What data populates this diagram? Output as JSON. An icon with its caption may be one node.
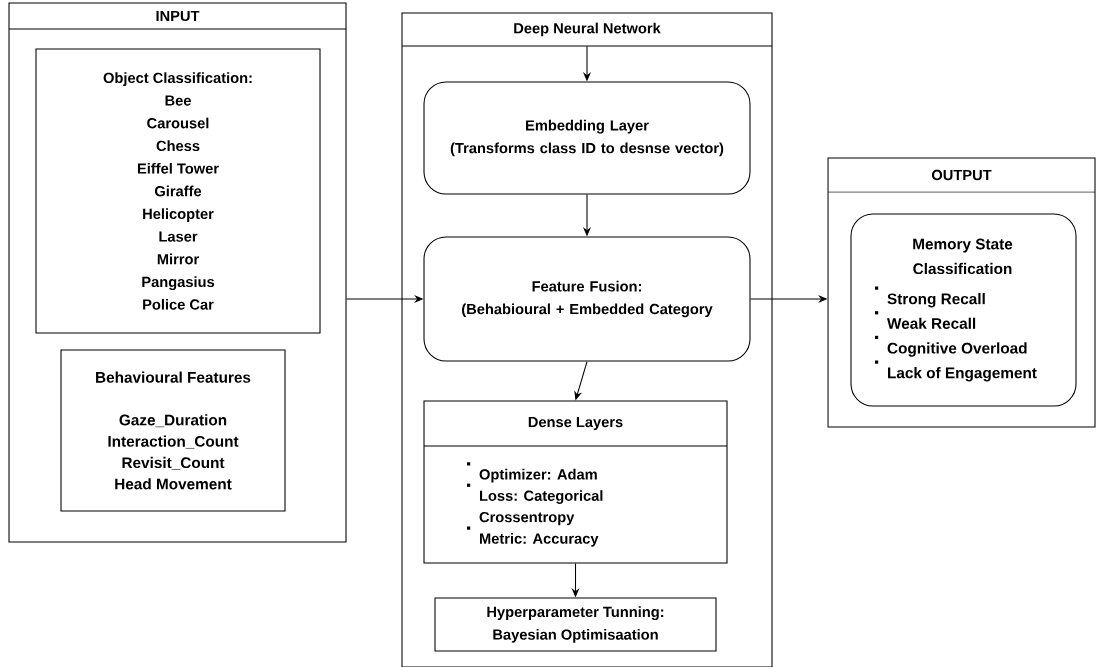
{
  "diagram": {
    "nodes": [
      {
        "text": [
          "INPUT"
        ]
      },
      {
        "text": [
          "Object Classification:",
          "Bee",
          "Carousel",
          "Chess",
          "Eiffel Tower",
          "Giraffe",
          "Helicopter",
          "Laser",
          "Mirror",
          "Pangasius",
          "Police Car"
        ],
        "in": 0
      },
      {
        "text": [
          "Behavioural Features",
          "Gaze_Duration",
          "Interaction_Count",
          "Revisit_Count",
          "Head Movement"
        ],
        "in": 0
      },
      {
        "text": [
          "Deep Neural Network"
        ]
      },
      {
        "text": [
          "Embedding Layer",
          "(Transforms class ID to desnse vector)"
        ],
        "in": 3
      },
      {
        "text": [
          "Feature Fusion:",
          "(Behabioural + Embedded Category"
        ],
        "in": 3
      },
      {
        "text": [
          "Dense Layers",
          "Optimizer: Adam",
          "Loss: Categorical Crossentropy",
          "Metric: Accuracy"
        ],
        "in": 3
      },
      {
        "text": [
          "Hyperparameter Tunning:",
          "Bayesian Optimisaation"
        ],
        "in": 3
      },
      {
        "text": [
          "OUTPUT"
        ]
      },
      {
        "text": [
          "Memory State Classification",
          "Strong Recall",
          "Weak Recall",
          "Cognitive Overload",
          "Lack of Engagement"
        ],
        "in": 8
      }
    ],
    "edges": [
      {
        "from": 3,
        "to": 4,
        "arrow": "to"
      },
      {
        "from": 4,
        "to": 5,
        "arrow": "to"
      },
      {
        "from": 0,
        "to": 5,
        "arrow": "to"
      },
      {
        "from": 5,
        "to": 6,
        "arrow": "to"
      },
      {
        "from": 6,
        "to": 7,
        "arrow": "to"
      },
      {
        "from": 5,
        "to": 8,
        "arrow": "to"
      }
    ]
  }
}
